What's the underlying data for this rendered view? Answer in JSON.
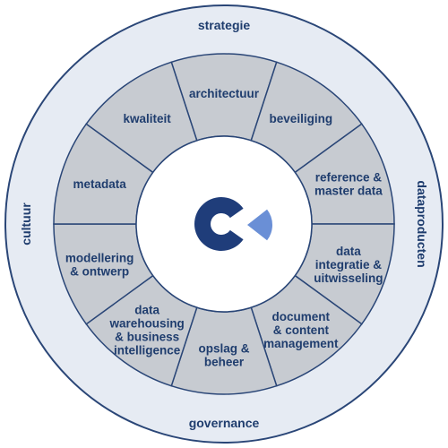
{
  "diagram": {
    "outer_labels": {
      "top": "strategie",
      "bottom": "governance",
      "left": "cultuur",
      "right": "dataproducten"
    },
    "segments": [
      {
        "name": "architectuur",
        "lines": [
          "architectuur"
        ]
      },
      {
        "name": "beveiliging",
        "lines": [
          "beveiliging"
        ]
      },
      {
        "name": "reference-master-data",
        "lines": [
          "reference &",
          "master data"
        ]
      },
      {
        "name": "data-integratie",
        "lines": [
          "data",
          "integratie &",
          "uitwisseling"
        ]
      },
      {
        "name": "document-content",
        "lines": [
          "document",
          "& content",
          "management"
        ]
      },
      {
        "name": "opslag-beheer",
        "lines": [
          "opslag &",
          "beheer"
        ]
      },
      {
        "name": "data-warehousing",
        "lines": [
          "data",
          "warehousing",
          "& business",
          "intelligence"
        ]
      },
      {
        "name": "modellering-ontwerp",
        "lines": [
          "modellering",
          "& ontwerp"
        ]
      },
      {
        "name": "metadata",
        "lines": [
          "metadata"
        ]
      },
      {
        "name": "kwaliteit",
        "lines": [
          "kwaliteit"
        ]
      }
    ],
    "colors": {
      "ring": "#e6ebf3",
      "segment": "#c7cbd1",
      "border": "#2a4677",
      "text": "#1f3d6e",
      "logo_dark": "#1f3d7a",
      "logo_light": "#6a8fd6",
      "center": "#ffffff"
    },
    "logo_icon": "c-logo-icon"
  }
}
